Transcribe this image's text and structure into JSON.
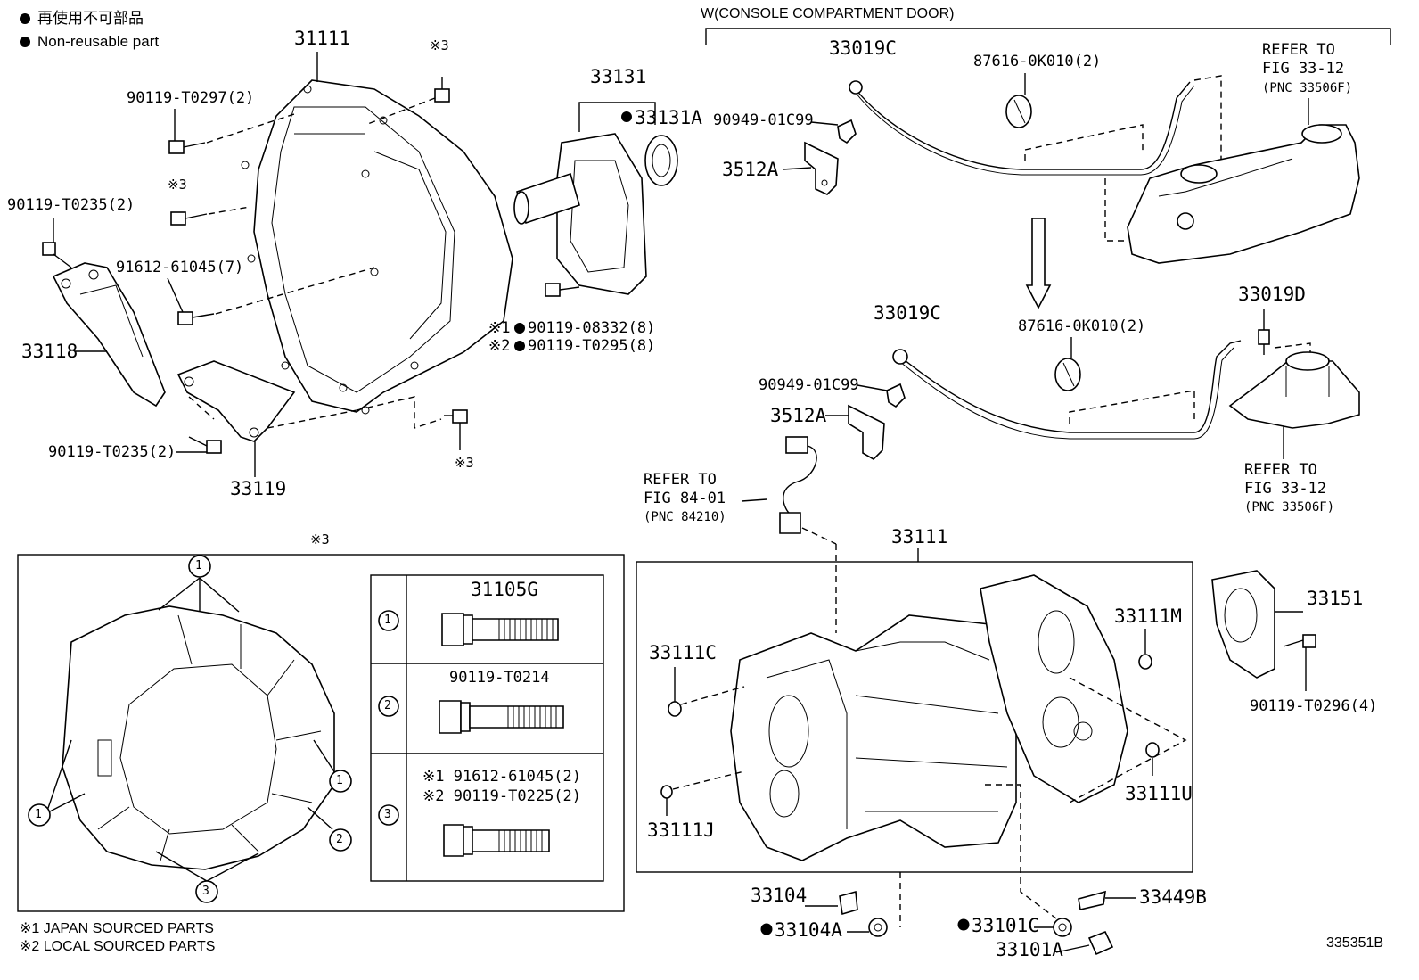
{
  "legend": {
    "dot_jp": "再使用不可部品",
    "dot_en": "Non-reusable part"
  },
  "header": {
    "console_variant": "W(CONSOLE COMPARTMENT DOOR)"
  },
  "labels": {
    "p31111": "31111",
    "p90119_t0297": "90119-T0297(2)",
    "p90119_t0235a": "90119-T0235(2)",
    "p91612_61045": "91612-61045(7)",
    "p33118": "33118",
    "p90119_t0235b": "90119-T0235(2)",
    "p33119": "33119",
    "p33131": "33131",
    "p33131a": "33131A",
    "p90119_08332": "90119-08332(8)",
    "p90119_t0295": "90119-T0295(8)",
    "ref3a": "※3",
    "ref3b": "※3",
    "ref3c": "※3",
    "p33019c_top": "33019C",
    "p87616_top": "87616-0K010(2)",
    "refer_top": "REFER TO",
    "fig_top": "FIG 33-12",
    "pnc_top": "(PNC 33506F)",
    "p90949_top": "90949-01C99",
    "p3512a_top": "3512A",
    "p33019c_bot": "33019C",
    "p87616_bot": "87616-0K010(2)",
    "p33019d": "33019D",
    "p90949_bot": "90949-01C99",
    "p3512a_bot": "3512A",
    "refer_bot": "REFER TO",
    "fig_bot": "FIG 33-12",
    "pnc_bot": "(PNC 33506F)",
    "refer_84": "REFER TO",
    "fig_84": "FIG 84-01",
    "pnc_84": "(PNC 84210)",
    "p33111_case": "33111",
    "p33111c": "33111C",
    "p33111j": "33111J",
    "p33111m": "33111M",
    "p33111u": "33111U",
    "p33151": "33151",
    "p90119_t0296": "90119-T0296(4)",
    "p33104": "33104",
    "p33104a": "33104A",
    "p33101c": "33101C",
    "p33101a": "33101A",
    "p33449b": "33449B",
    "x1": "※1",
    "x2": "※2"
  },
  "inset": {
    "title": "※3",
    "row1_part": "31105G",
    "row2_part": "90119-T0214",
    "row3_line1": "※1 91612-61045(2)",
    "row3_line2": "※2 90119-T0225(2)",
    "n1": "1",
    "n2": "2",
    "n3": "3"
  },
  "footnotes": {
    "f1": "※1 JAPAN SOURCED PARTS",
    "f2": "※2 LOCAL SOURCED PARTS"
  },
  "figure_id": "335351B"
}
